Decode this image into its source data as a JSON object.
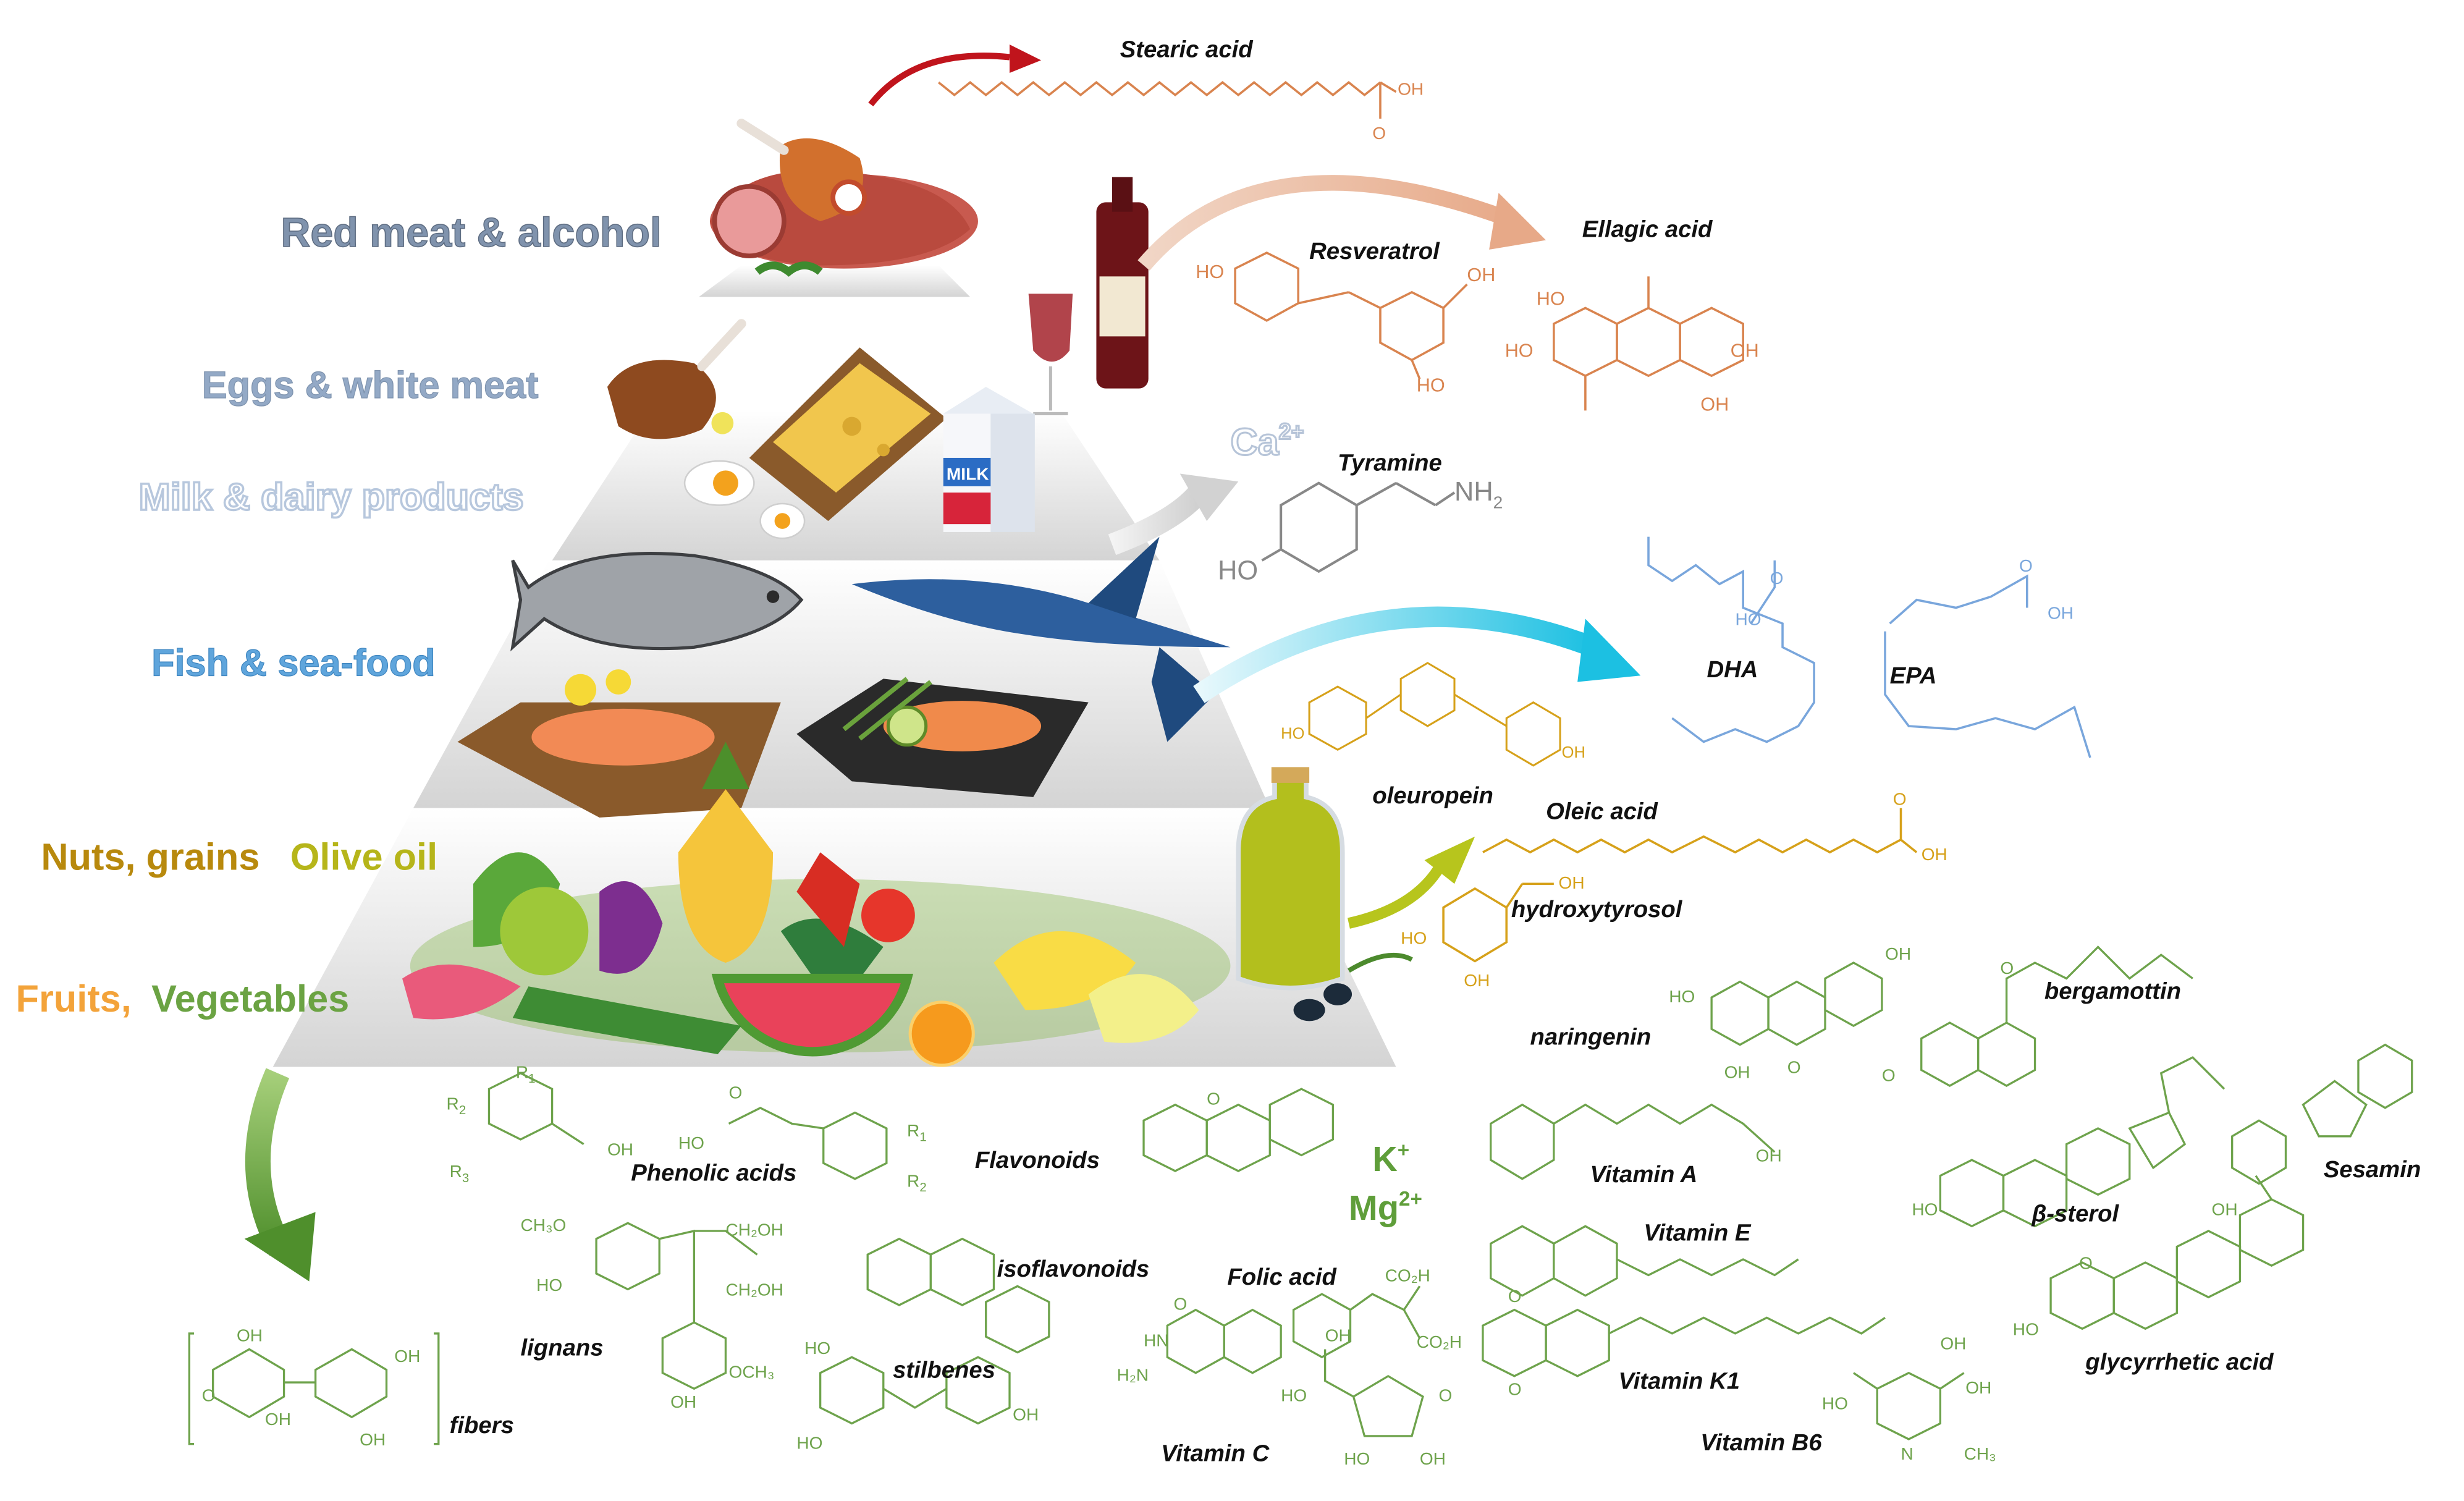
{
  "tiers": {
    "red_meat": {
      "label": "Red meat & alcohol",
      "color": "#8093ad"
    },
    "eggs": {
      "label": "Eggs & white meat",
      "color": "#93a9c6"
    },
    "milk": {
      "label": "Milk & dairy products",
      "color": "#b7c7dd"
    },
    "fish": {
      "label": "Fish & sea-food",
      "color": "#5fa5dc"
    },
    "nuts_a": {
      "label": "Nuts, grains",
      "color": "#b8890d"
    },
    "olive": {
      "label": "Olive oil",
      "color": "#b6b51a"
    },
    "fruits": {
      "label": "Fruits,",
      "color": "#f3a33a"
    },
    "vegetables": {
      "label": "Vegetables",
      "color": "#6ba343"
    }
  },
  "compounds": {
    "stearic_acid": "Stearic acid",
    "resveratrol": "Resveratrol",
    "ellagic_acid": "Ellagic acid",
    "calcium": "Ca",
    "calcium_charge": "2+",
    "tyramine": "Tyramine",
    "dha": "DHA",
    "epa": "EPA",
    "oleuropein": "oleuropein",
    "oleic_acid": "Oleic acid",
    "hydroxytyrosol": "hydroxytyrosol",
    "naringenin": "naringenin",
    "bergamottin": "bergamottin",
    "phenolic_acids": "Phenolic acids",
    "flavonoids": "Flavonoids",
    "potassium": "K",
    "potassium_charge": "+",
    "magnesium": "Mg",
    "magnesium_charge": "2+",
    "vitamin_a": "Vitamin A",
    "beta_sterol": "β-sterol",
    "sesamin": "Sesamin",
    "vitamin_e": "Vitamin E",
    "lignans": "lignans",
    "isoflavonoids": "isoflavonoids",
    "folic_acid": "Folic acid",
    "stilbenes": "stilbenes",
    "fibers": "fibers",
    "vitamin_c": "Vitamin C",
    "vitamin_k1": "Vitamin K1",
    "vitamin_b6": "Vitamin B6",
    "glycyrrhetic_acid": "glycyrrhetic acid"
  },
  "groups": {
    "oh": "OH",
    "ho": "HO",
    "nh2": "NH",
    "nh2_sub": "2",
    "r1": "R",
    "r1_sub": "1",
    "r2": "R",
    "r2_sub": "2",
    "r3": "R",
    "r3_sub": "3",
    "milk": "MILK",
    "ch3o": "CH₃O",
    "ch2oh": "CH₂OH",
    "och3": "OCH₃",
    "co2h": "CO₂H",
    "ch3": "CH₃",
    "h2n": "H₂N",
    "hn": "HN",
    "o": "O",
    "n": "N"
  },
  "colors": {
    "red_meat_chem": "#d9844f",
    "blue_chem": "#79a6dc",
    "gray_chem": "#888888",
    "olive_chem": "#d6a11a",
    "green_chem": "#6ea34c",
    "red_arrow": "#c0141c",
    "cyan_arrow": "#27c4e4",
    "peach_arrow": "#e9b59a",
    "lime_arrow": "#b7c51d",
    "green_arrow": "#6aa23c"
  }
}
